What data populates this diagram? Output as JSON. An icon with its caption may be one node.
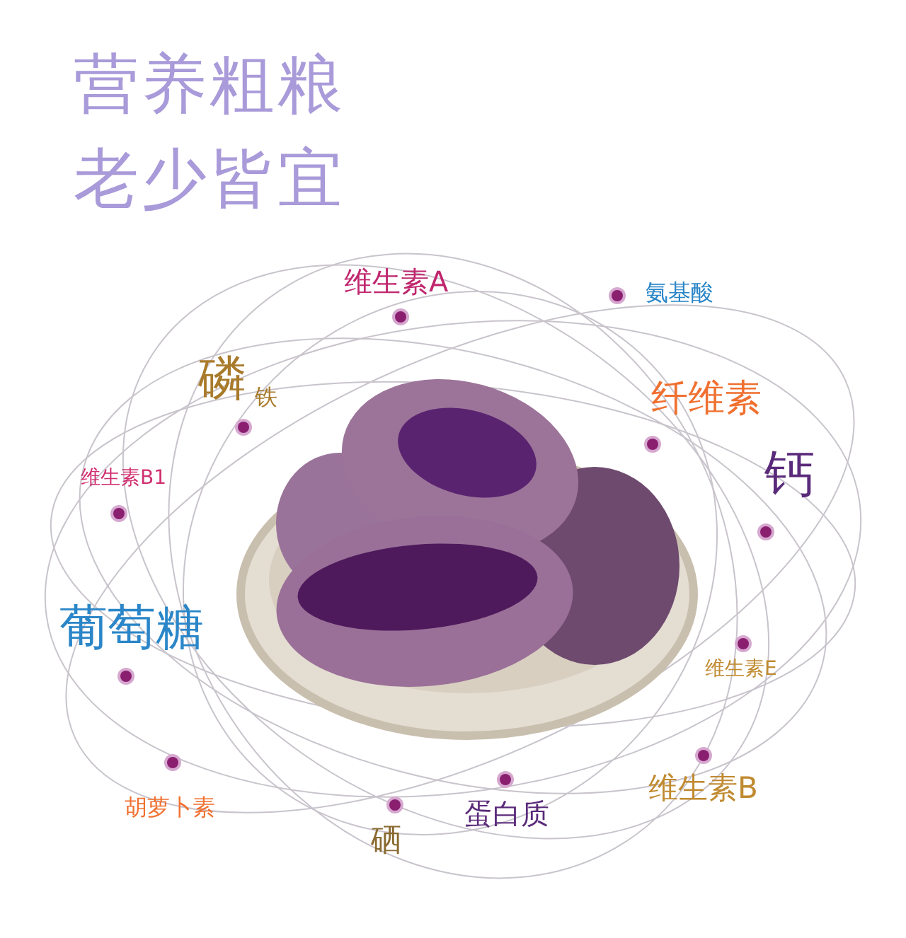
{
  "diagram": {
    "title": "营养粗粮老少皆宜",
    "labels": [
      "维生素A",
      "氨基酸",
      "磷",
      "铁",
      "纤维素",
      "钙",
      "维生素B1",
      "葡萄糖",
      "维生素E",
      "维生素B",
      "胡萝卜素",
      "蛋白质",
      "硒"
    ]
  }
}
